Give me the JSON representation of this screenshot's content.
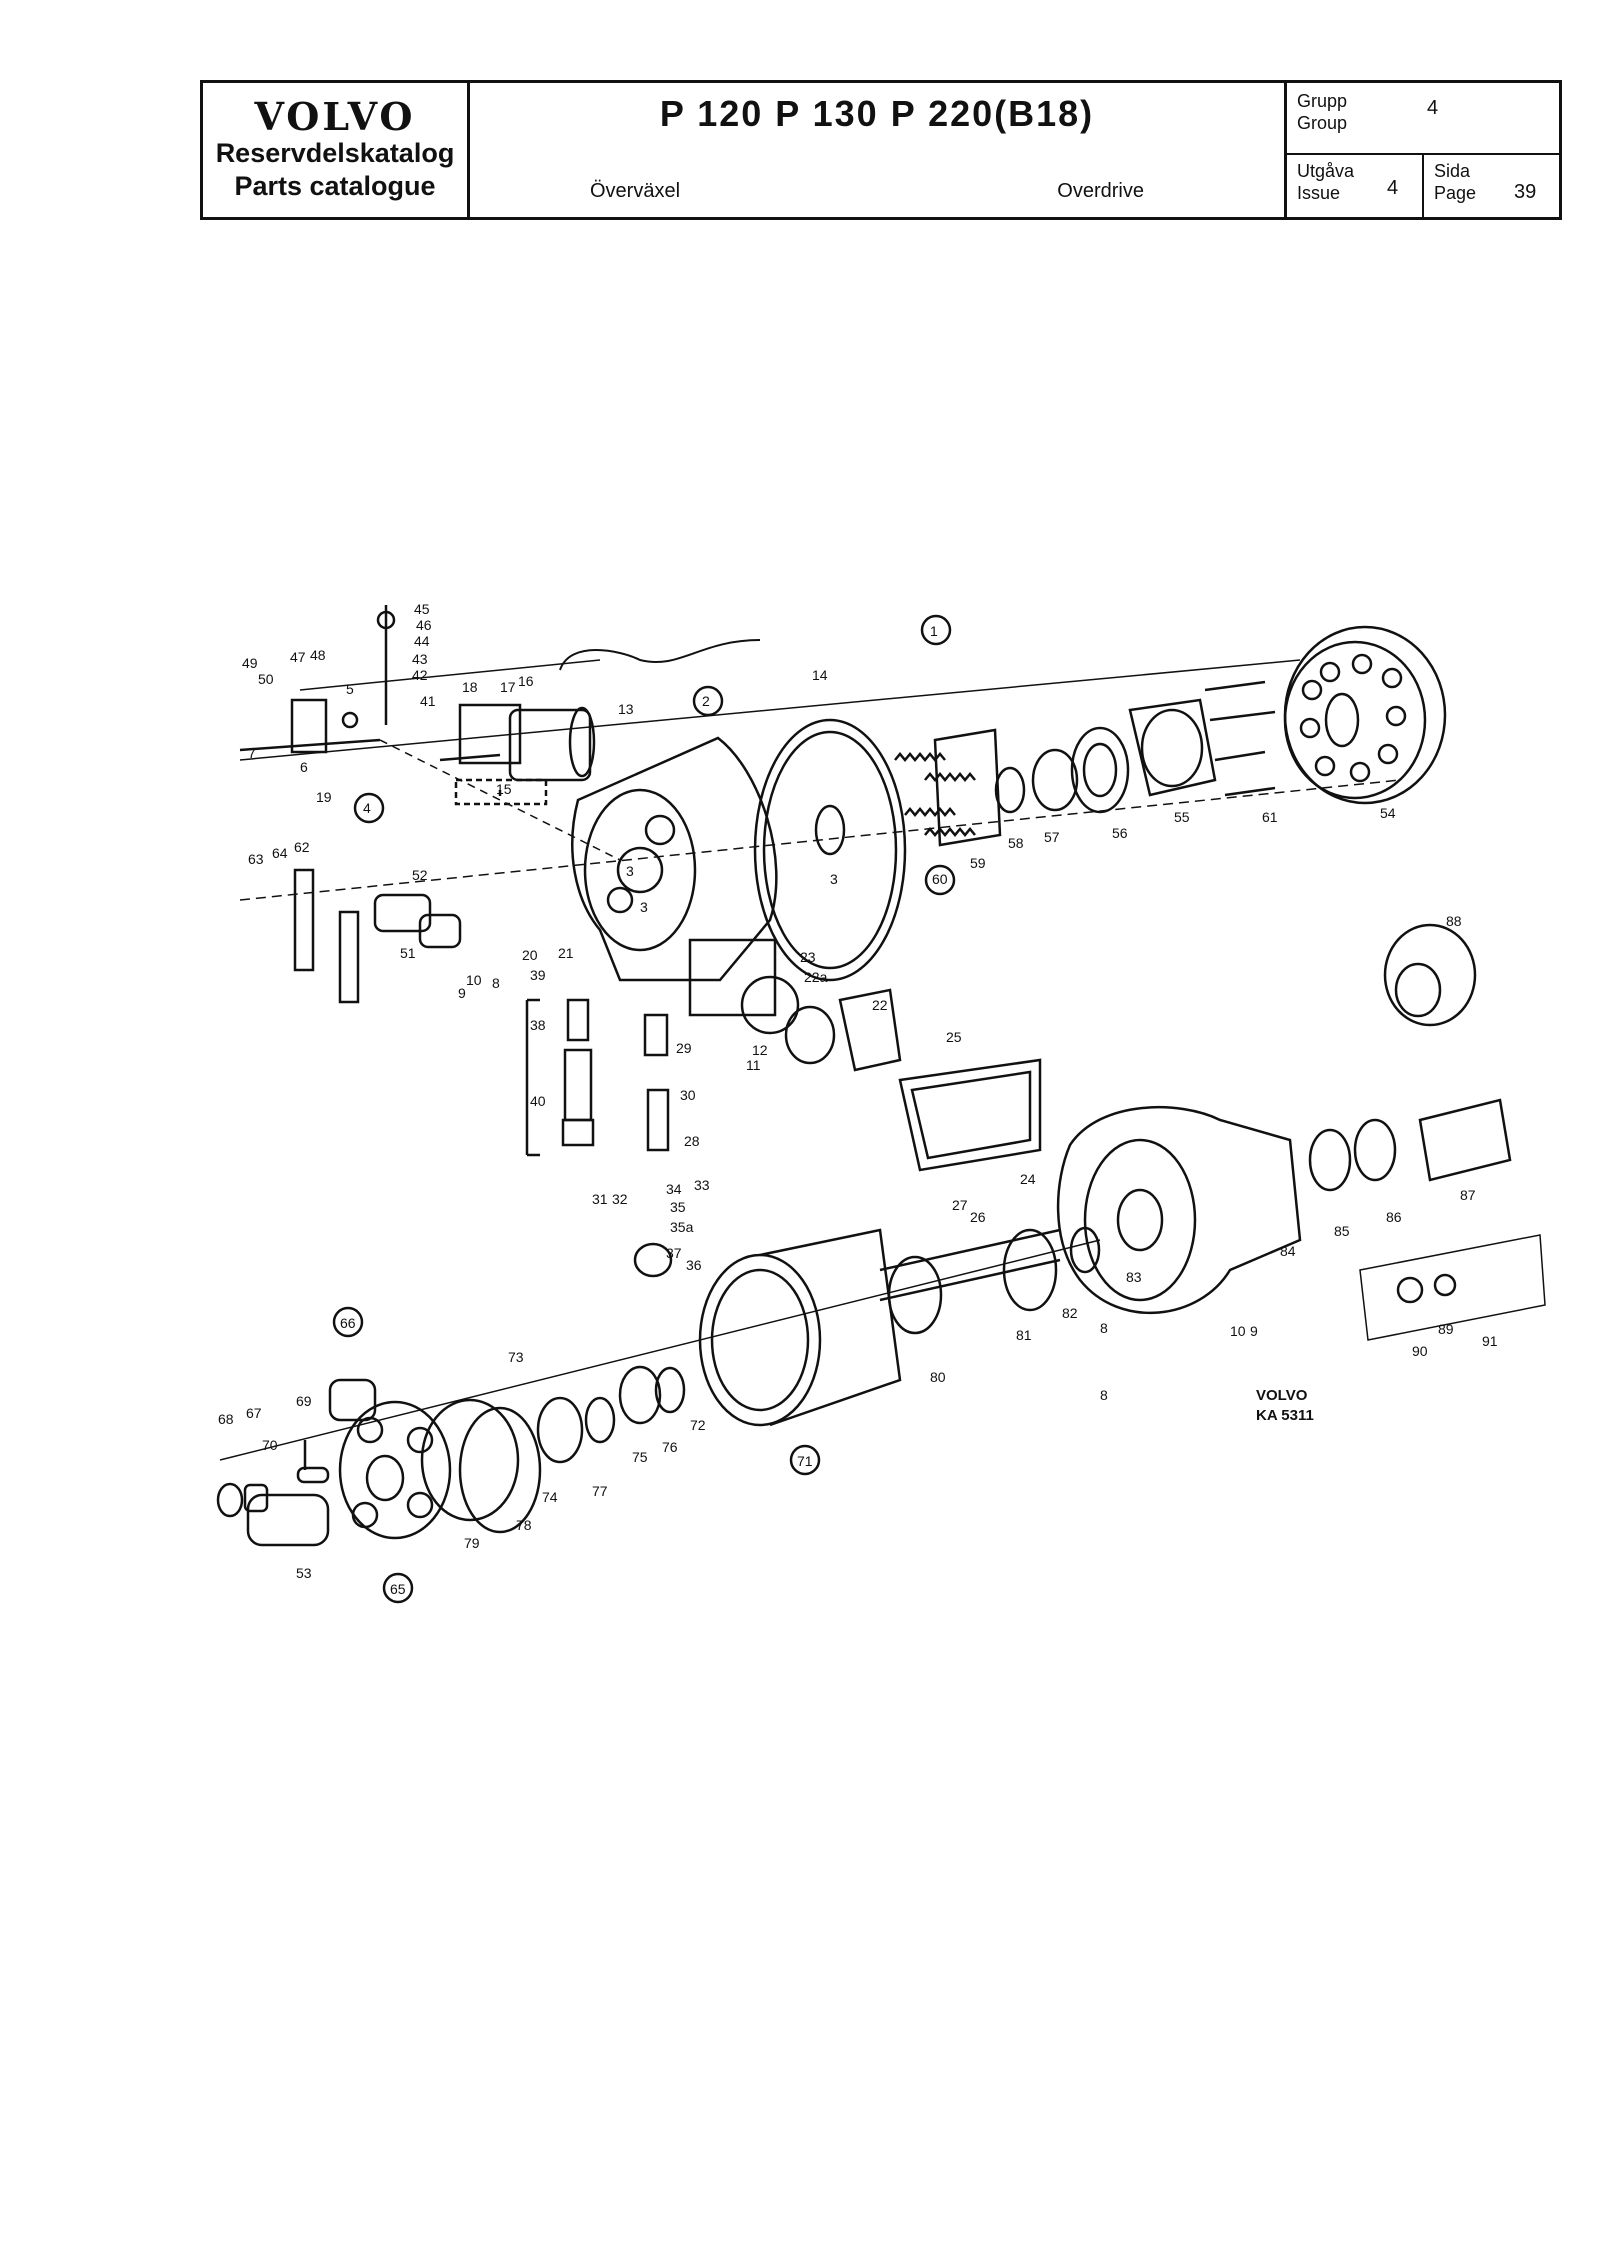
{
  "header": {
    "brand": "VOLVO",
    "catalog_sv": "Reservdelskatalog",
    "catalog_en": "Parts catalogue",
    "models": "P 120   P 130   P 220(B18)",
    "subtitle_sv": "Överväxel",
    "subtitle_en": "Overdrive",
    "group_label_sv": "Grupp",
    "group_label_en": "Group",
    "group_value": "4",
    "issue_label_sv": "Utgåva",
    "issue_label_en": "Issue",
    "issue_value": "4",
    "page_label_sv": "Sida",
    "page_label_en": "Page",
    "page_value": "39"
  },
  "diagram": {
    "caption_brand": "VOLVO",
    "caption_code": "KA 5311",
    "callouts": [
      "1",
      "2",
      "3",
      "3",
      "3",
      "4",
      "5",
      "6",
      "7",
      "8",
      "8",
      "8",
      "9",
      "9",
      "10",
      "10",
      "11",
      "12",
      "13",
      "14",
      "15",
      "16",
      "17",
      "18",
      "19",
      "20",
      "21",
      "22",
      "22a",
      "23",
      "24",
      "25",
      "26",
      "27",
      "28",
      "29",
      "30",
      "31",
      "32",
      "33",
      "34",
      "35",
      "35a",
      "36",
      "37",
      "38",
      "39",
      "40",
      "41",
      "42",
      "43",
      "44",
      "45",
      "46",
      "47",
      "48",
      "49",
      "50",
      "51",
      "52",
      "53",
      "54",
      "55",
      "56",
      "57",
      "58",
      "59",
      "60",
      "61",
      "62",
      "63",
      "64",
      "65",
      "66",
      "67",
      "68",
      "69",
      "70",
      "71",
      "72",
      "73",
      "74",
      "75",
      "76",
      "77",
      "78",
      "79",
      "80",
      "81",
      "82",
      "83",
      "84",
      "85",
      "86",
      "87",
      "88",
      "89",
      "90",
      "91"
    ]
  }
}
